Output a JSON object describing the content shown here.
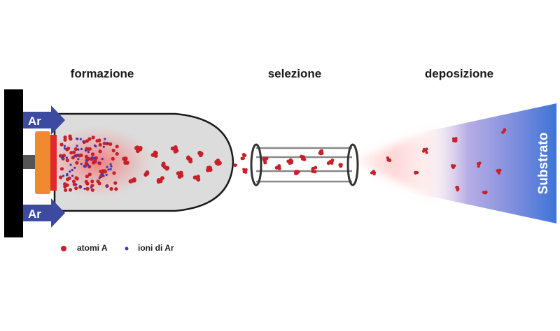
{
  "labels": {
    "formation": "formazione",
    "selection": "selezione",
    "deposition": "deposizione",
    "substrate": "Substrato",
    "gas_top": "Ar",
    "gas_bottom": "Ar"
  },
  "legend": {
    "atoms": "atomi A",
    "ions": "ioni di Ar"
  },
  "colors": {
    "atom": "#c8202a",
    "ion": "#3a3ab0",
    "chamber": "#dcdcdc",
    "arrow": "#3c4aa0",
    "target": "#f08a30",
    "substrate": "#3c6fd0"
  }
}
